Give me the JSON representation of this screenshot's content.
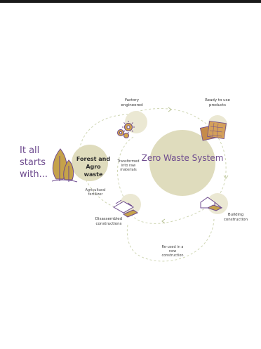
{
  "intro_text": "It all starts with...",
  "center_title": "Zero Waste System",
  "nodes": {
    "forest": "Forest and Agro waste",
    "factory": "Factory engineered",
    "ready": "Ready to use products",
    "building": "Building construction",
    "disassembled": "Disassembled constructions"
  },
  "arrows": {
    "transformed": "Transformed into raw materials",
    "agricultural": "Agricultural fertilizer",
    "reused": "Re-used in a new construction"
  },
  "colors": {
    "accent": "#6d4a8e",
    "circle_fill": "#dfdcbd",
    "tree_fill": "#c5a24a",
    "dashed_line": "#cfd6b3"
  }
}
